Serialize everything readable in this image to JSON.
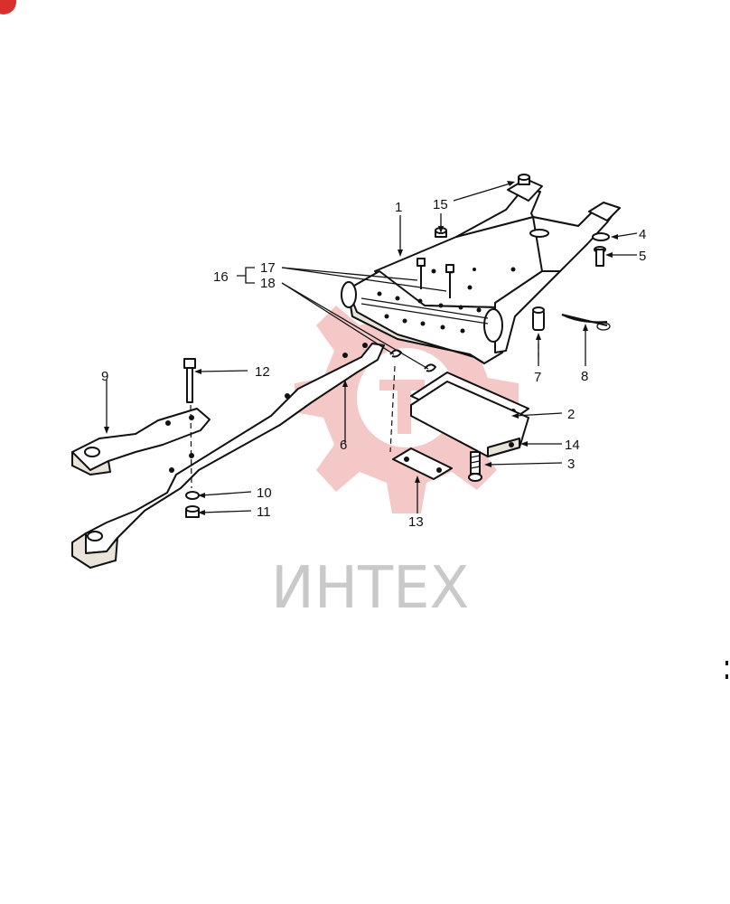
{
  "diagram": {
    "type": "exploded-parts-view",
    "callouts": {
      "c1": "1",
      "c2": "2",
      "c3": "3",
      "c4": "4",
      "c5": "5",
      "c6": "6",
      "c7": "7",
      "c8": "8",
      "c9": "9",
      "c10": "10",
      "c11": "11",
      "c12": "12",
      "c13": "13",
      "c14": "14",
      "c15": "15",
      "c16": "16",
      "c17": "17",
      "c18": "18"
    }
  },
  "watermark": {
    "text": "ИНТЕХ",
    "color": "#f2b6b6"
  },
  "colors": {
    "line": "#111111",
    "background": "#ffffff",
    "corner_badge": "#d9302c"
  }
}
